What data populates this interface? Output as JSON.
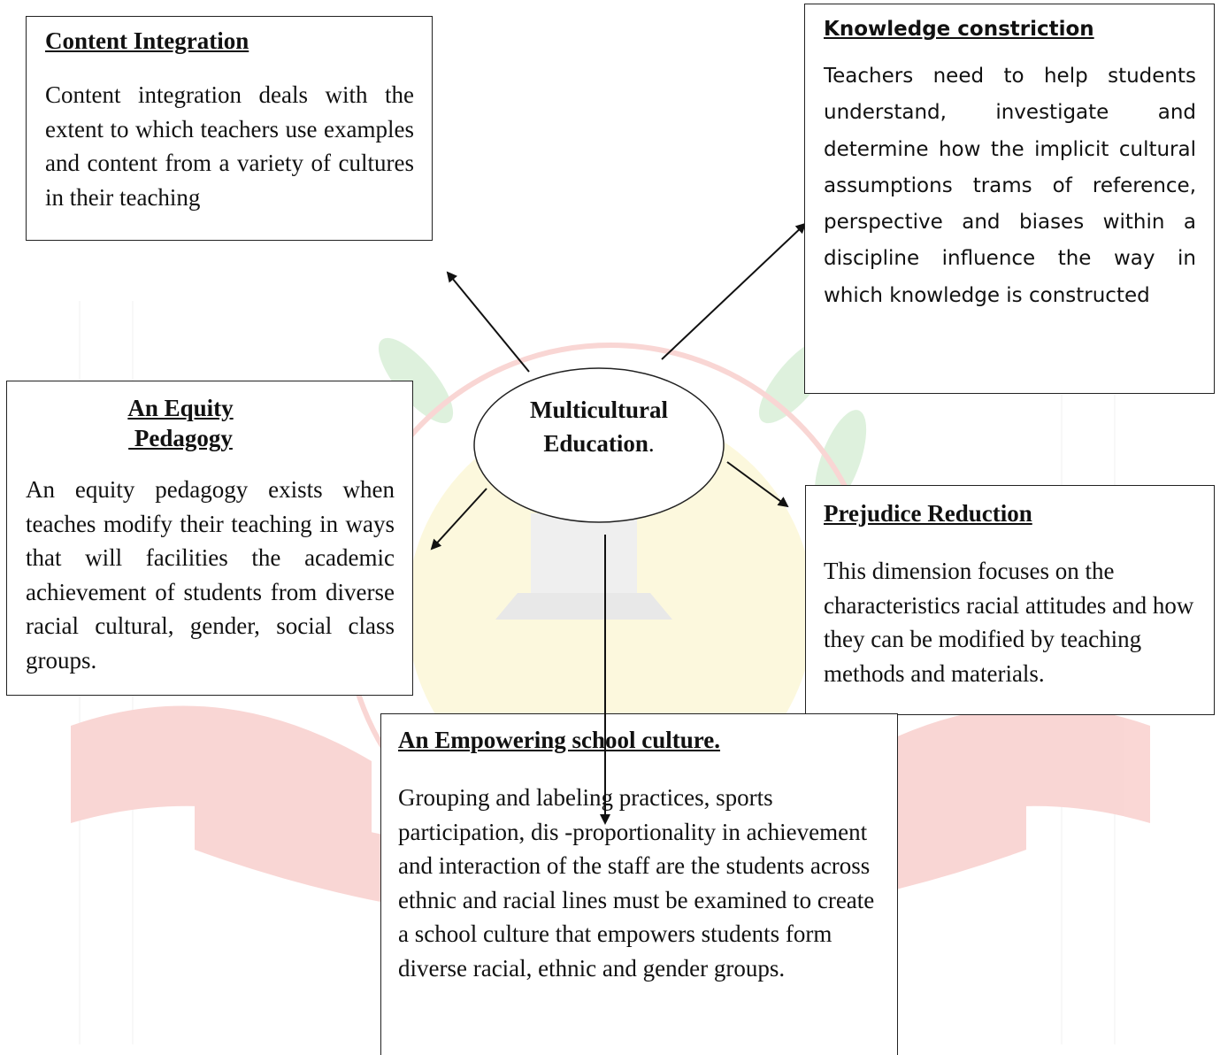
{
  "center": {
    "line1": "Multicultural",
    "line2": "Education",
    "dot": "."
  },
  "nodes": {
    "content_integration": {
      "title": "Content Integration",
      "text": "Content integration deals with the extent to which teachers use examples and content from a variety of cultures in their teaching"
    },
    "knowledge_construction": {
      "title": "Knowledge constriction",
      "text": "Teachers need to help students understand, investigate and determine how the implicit cultural assumptions trams of reference, perspective and biases within a discipline influence the way in which knowledge is constructed"
    },
    "equity_pedagogy": {
      "title_line1": "An Equity",
      "title_line2": " Pedagogy",
      "text": "An equity pedagogy exists when teaches modify their teaching in ways that will facilities the academic achievement of students from diverse racial cultural, gender, social class groups."
    },
    "prejudice_reduction": {
      "title": "Prejudice Reduction",
      "text": "This dimension focuses on the characteristics racial attitudes and how they can be modified by teaching methods and materials."
    },
    "empowering_culture": {
      "title": "An Empowering school culture.",
      "text": "Grouping and labeling practices, sports participation, dis -proportionality in achievement and interaction of the staff are the students across ethnic and racial lines must be examined to create a school culture that empowers students form diverse racial, ethnic and gender groups."
    }
  },
  "colors": {
    "ribbon": "#e8483f",
    "leaves": "#6cc36a",
    "globe": "#f5e36a",
    "stroke": "#222222"
  }
}
